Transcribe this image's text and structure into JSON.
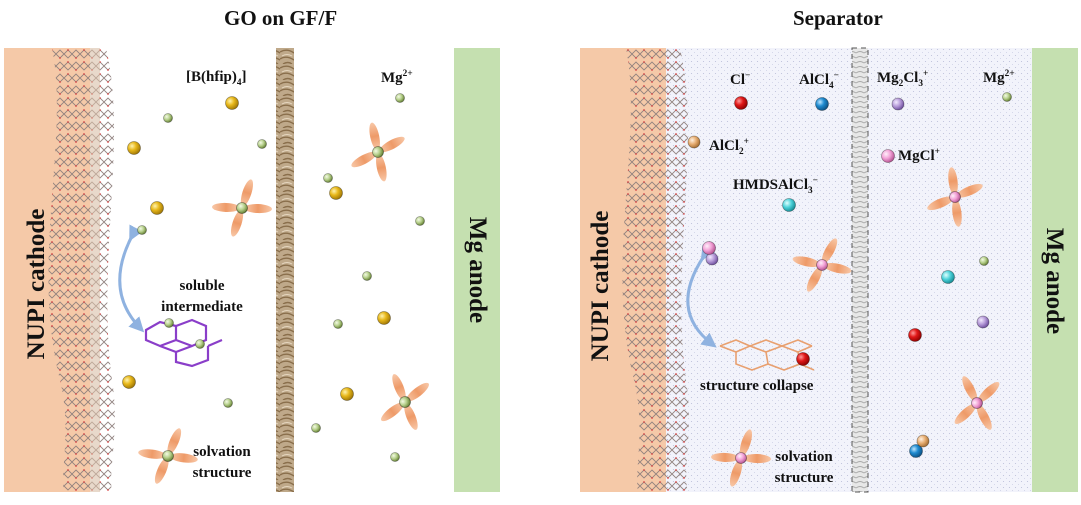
{
  "left_panel": {
    "title": "GO on GF/F",
    "cathode_label": "NUPI cathode",
    "anode_label": "Mg anode",
    "labels": {
      "anion": "[B(hfip)",
      "anion_sub": "4",
      "anion_close": "]",
      "mg": "Mg",
      "mg_sup": "2+",
      "soluble_1": "soluble",
      "soluble_2": "intermediate",
      "solvation_1": "solvation",
      "solvation_2": "structure"
    }
  },
  "right_panel": {
    "title": "Separator",
    "cathode_label": "NUPI cathode",
    "anode_label": "Mg anode",
    "labels": {
      "cl": "Cl",
      "cl_sup": "−",
      "alcl4": "AlCl",
      "alcl4_sub": "4",
      "alcl4_sup": "−",
      "mg2cl3": "Mg",
      "mg2cl3_sub1": "2",
      "mg2cl3_mid": "Cl",
      "mg2cl3_sub2": "3",
      "mg2cl3_sup": "+",
      "mg": "Mg",
      "mg_sup": "2+",
      "alcl2": "AlCl",
      "alcl2_sub": "2",
      "alcl2_sup": "+",
      "mgcl": "MgCl",
      "mgcl_sup": "+",
      "hmds": "HMDSAlCl",
      "hmds_sub": "3",
      "hmds_sup": "−",
      "collapse": "structure collapse",
      "solvation_1": "solvation",
      "solvation_2": "structure"
    }
  },
  "colors": {
    "cathode": "#f5c9a8",
    "anode": "#c5e0b0",
    "mg_ion": "#a9c47f",
    "anion_gold": "#d8a514",
    "cl_red": "#d41818",
    "alcl4_blue": "#1e86c8",
    "mg2cl3_purple": "#b49ad6",
    "mgcl_pink": "#f2a2d6",
    "hmds_cyan": "#48cdd6",
    "alcl2_orange": "#e0a56a",
    "solvent_petal": "#f0a070",
    "intermediate_purple": "#8a3ec9",
    "arrow_blue": "#8fb2e0"
  }
}
